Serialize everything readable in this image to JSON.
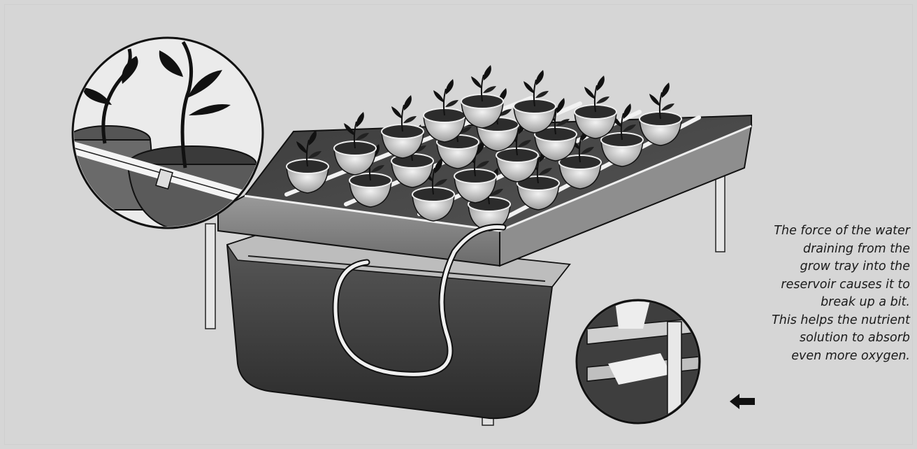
{
  "caption": {
    "lines": [
      "The force of the water",
      "draining from the",
      "grow tray into the",
      "reservoir causes it to",
      "break up a bit.",
      "This helps the nutrient",
      "solution to absorb",
      "even more oxygen."
    ]
  },
  "colors": {
    "background": "#d6d6d6",
    "ink": "#1a1a1a"
  },
  "icons": {
    "pointer": "arrow-left-icon"
  }
}
